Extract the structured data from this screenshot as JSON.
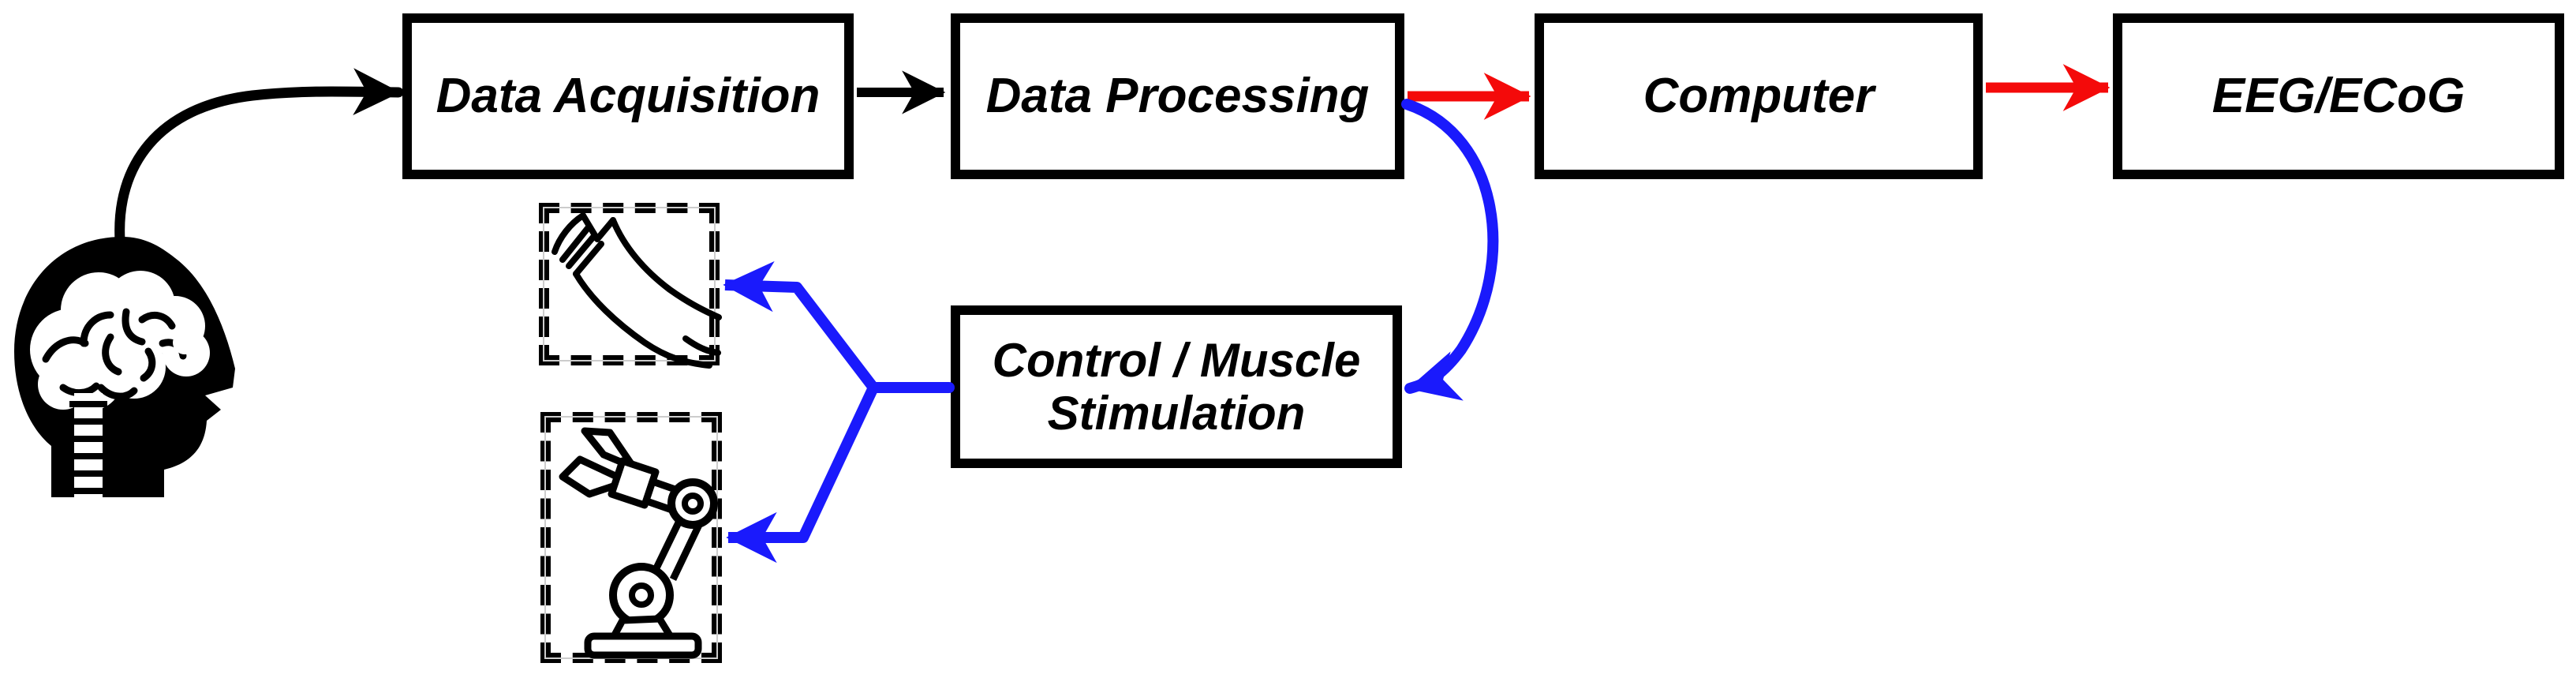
{
  "diagram": {
    "nodes": [
      {
        "id": "data-acquisition",
        "label": "Data Acquisition"
      },
      {
        "id": "data-processing",
        "label": "Data Processing"
      },
      {
        "id": "computer",
        "label": "Computer"
      },
      {
        "id": "eeg-ecog",
        "label": "EEG/ECoG"
      },
      {
        "id": "control-muscle-stimulation",
        "label": "Control / Muscle Stimulation",
        "line1": "Control / Muscle",
        "line2": "Stimulation"
      }
    ],
    "icons": [
      {
        "name": "brain-head-icon",
        "description": "black human head profile with white brain and spinal cord"
      },
      {
        "name": "human-arm-icon",
        "description": "line drawing of human arm with open hand, dashed frame"
      },
      {
        "name": "robot-arm-icon",
        "description": "line drawing of robotic arm with gripper, dashed frame"
      }
    ],
    "edges": [
      {
        "from": "brain-head",
        "to": "data-acquisition",
        "color": "#000000",
        "style": "curved"
      },
      {
        "from": "data-acquisition",
        "to": "data-processing",
        "color": "#000000",
        "style": "straight"
      },
      {
        "from": "data-processing",
        "to": "computer",
        "color": "#f40a0a",
        "style": "straight"
      },
      {
        "from": "computer",
        "to": "eeg-ecog",
        "color": "#f40a0a",
        "style": "straight"
      },
      {
        "from": "data-processing",
        "to": "control-muscle-stimulation",
        "color": "#1a1afc",
        "style": "curved"
      },
      {
        "from": "control-muscle-stimulation",
        "to": "human-arm",
        "color": "#1a1afc",
        "style": "elbow"
      },
      {
        "from": "control-muscle-stimulation",
        "to": "robot-arm",
        "color": "#1a1afc",
        "style": "elbow"
      }
    ],
    "colors": {
      "line_black": "#000000",
      "arrow_red": "#f40a0a",
      "arrow_blue": "#1a1afc",
      "frame_gray": "#cccccc",
      "background": "#ffffff"
    }
  }
}
